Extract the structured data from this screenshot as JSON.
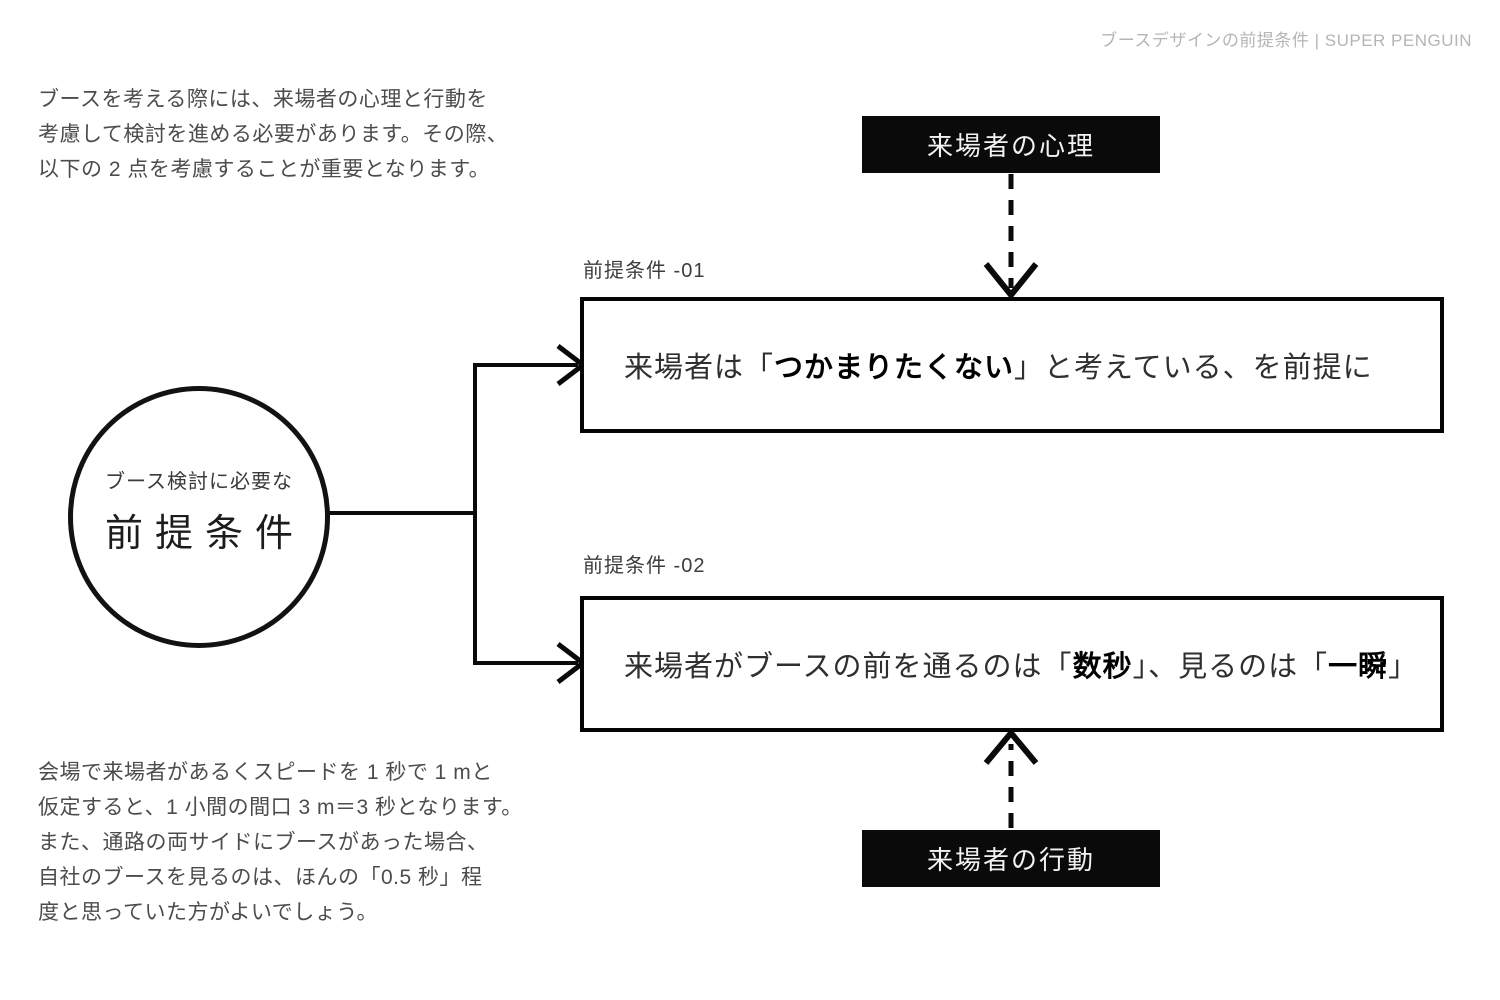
{
  "header": {
    "title": "ブースデザインの前提条件 | SUPER PENGUIN"
  },
  "intro_paragraph": {
    "lines": [
      "ブースを考える際には、来場者の心理と行動を",
      "考慮して検討を進める必要があります。その際、",
      "以下の 2 点を考慮することが重要となります。"
    ]
  },
  "footer_paragraph": {
    "lines": [
      "会場で来場者があるくスピードを 1 秒で 1 mと",
      "仮定すると、1 小間の間口 3 m＝3 秒となります。",
      "また、通路の両サイドにブースがあった場合、",
      "自社のブースを見るのは、ほんの「0.5 秒」程",
      "度と思っていた方がよいでしょう。"
    ]
  },
  "circle": {
    "subtitle": "ブース検討に必要な",
    "title": "前提条件"
  },
  "psychology_tag": {
    "label": "来場者の心理"
  },
  "behavior_tag": {
    "label": "来場者の行動"
  },
  "boxes": [
    {
      "label": "前提条件 -01",
      "segments": [
        {
          "text": "来場者は「",
          "bold": false
        },
        {
          "text": "つかまりたくない",
          "bold": true
        },
        {
          "text": "」と考えている、を前提に",
          "bold": false
        }
      ]
    },
    {
      "label": "前提条件 -02",
      "segments": [
        {
          "text": "来場者がブースの前を通るのは「",
          "bold": false
        },
        {
          "text": "数秒",
          "bold": true
        },
        {
          "text": "」、見るのは「",
          "bold": false
        },
        {
          "text": "一瞬",
          "bold": true
        },
        {
          "text": "」",
          "bold": false
        }
      ]
    }
  ],
  "colors": {
    "background": "#ffffff",
    "ink": "#0a0a0a",
    "body_text_gray": "#4c4c4c",
    "header_gray": "#b5b5b5",
    "tag_text": "#f2f2f2"
  }
}
